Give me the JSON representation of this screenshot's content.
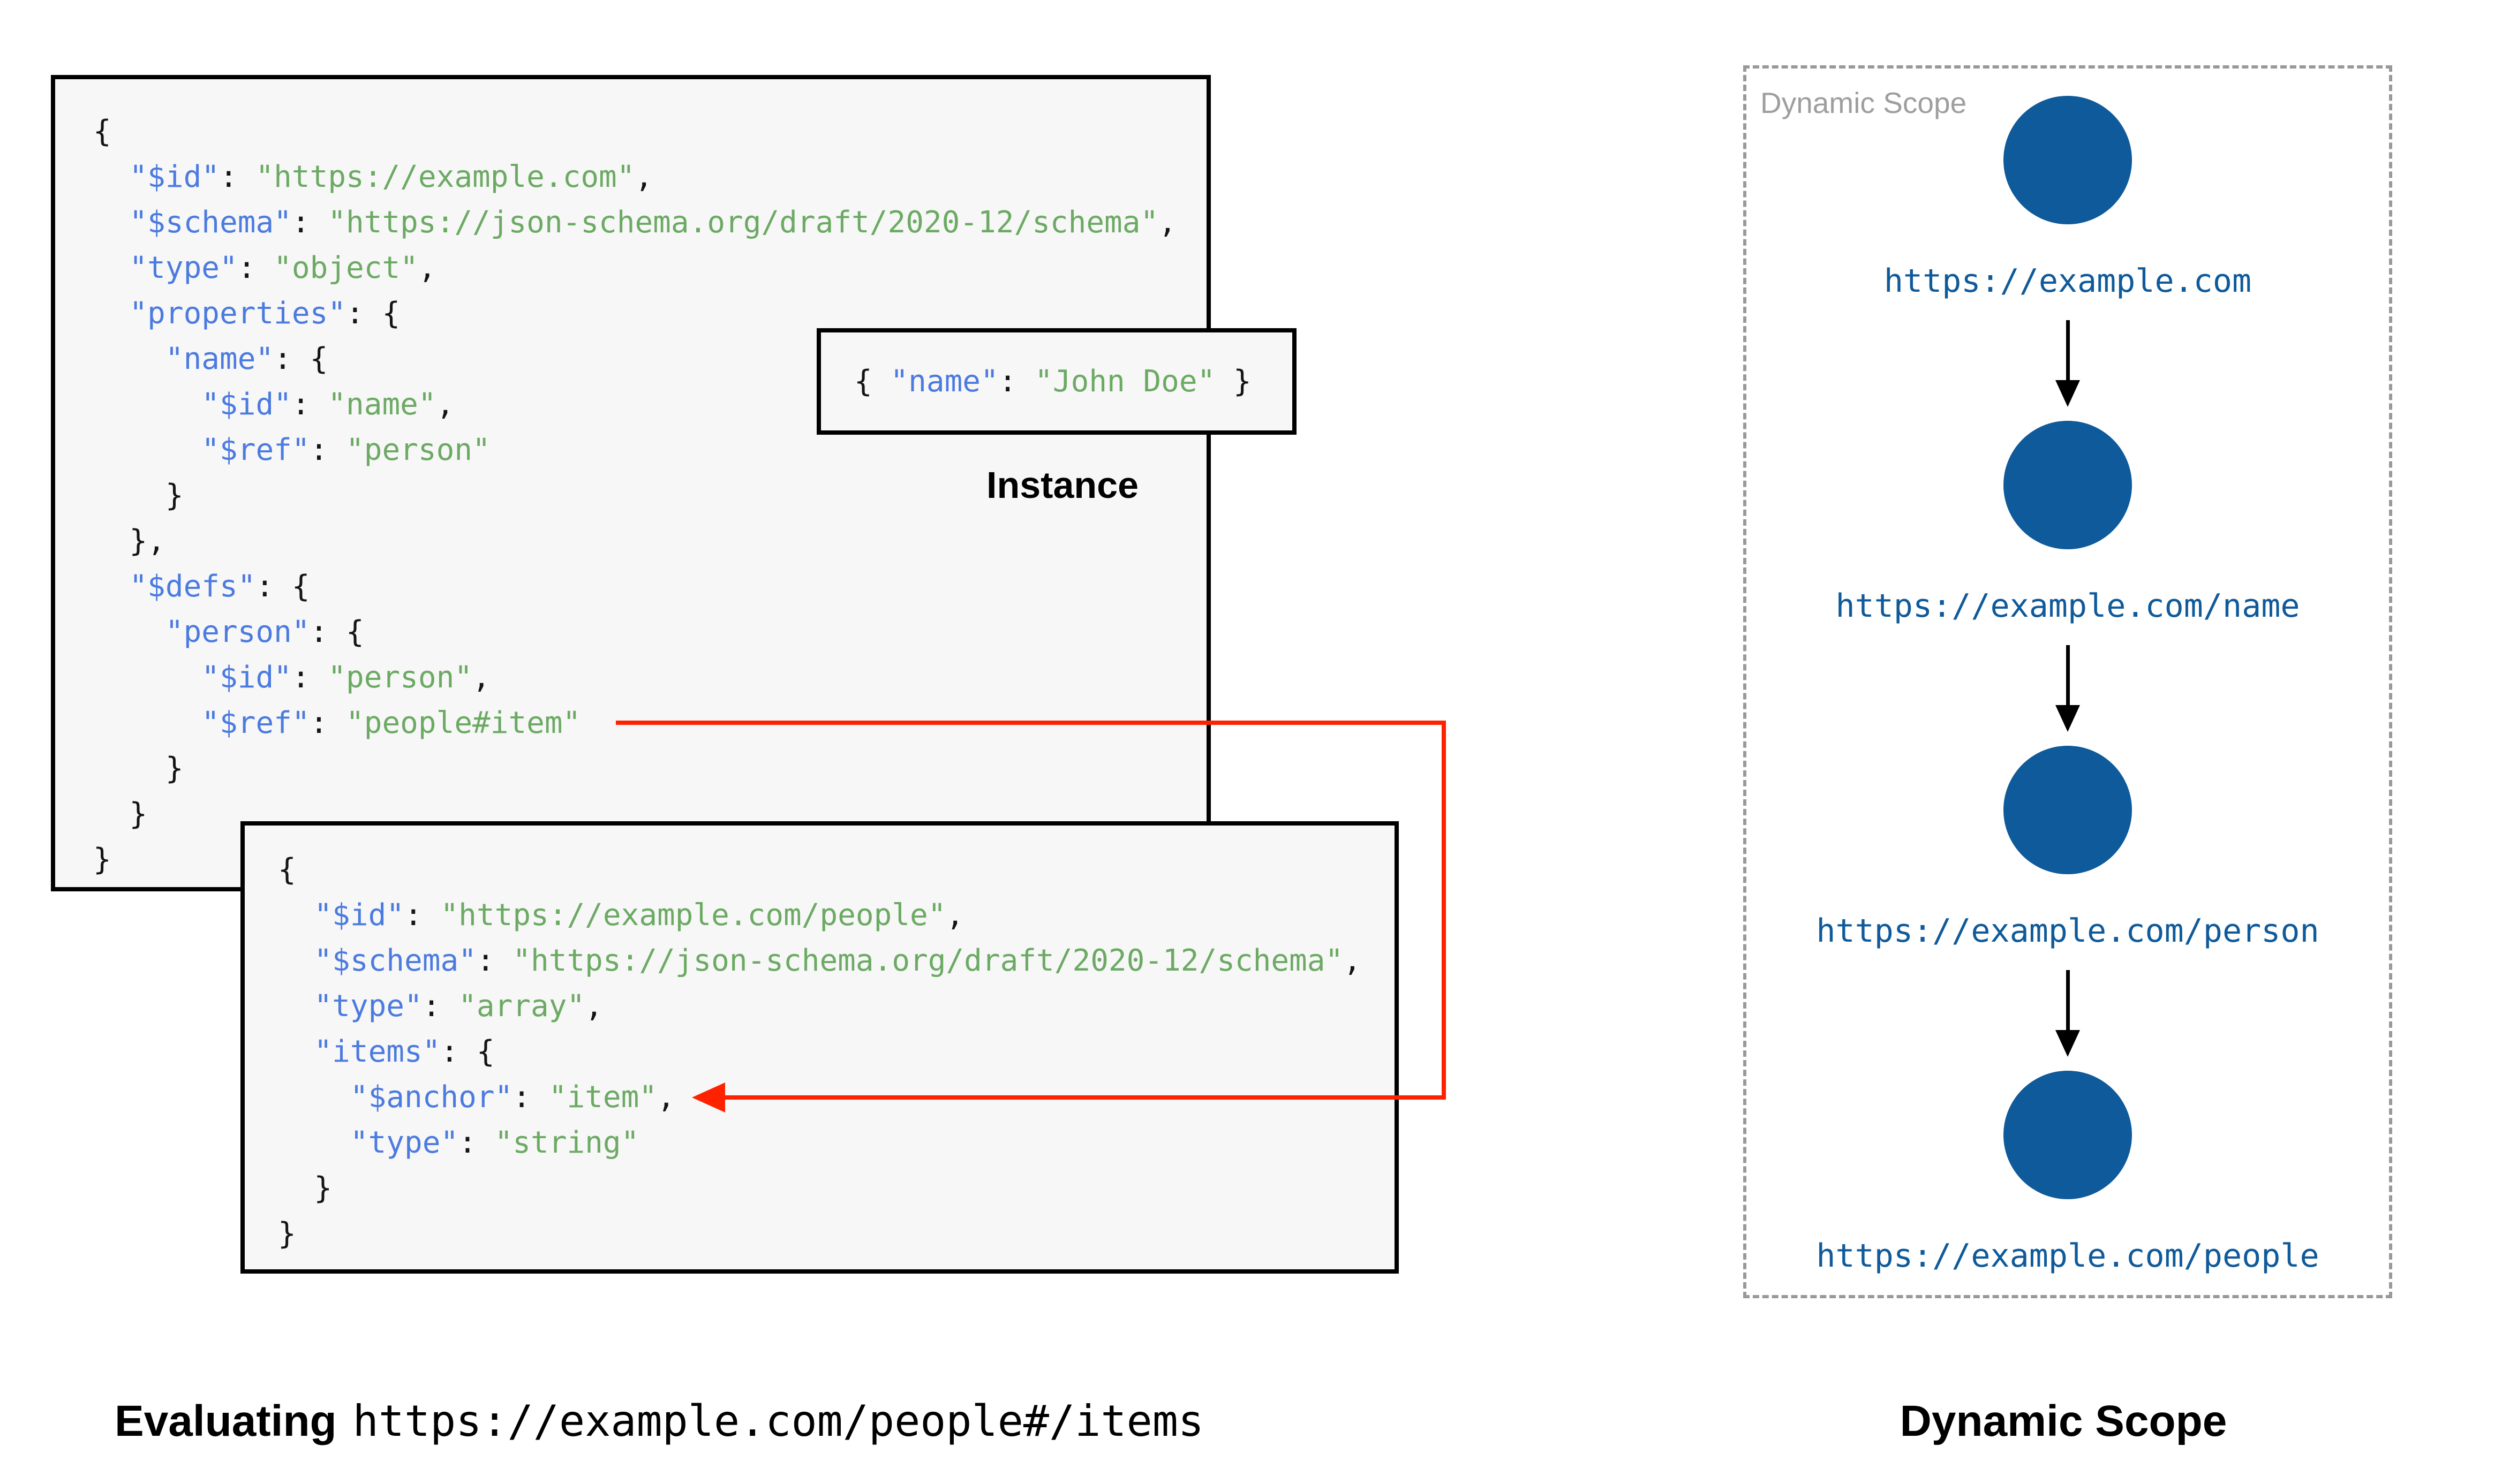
{
  "colors": {
    "key_blue": "#4c7be0",
    "string_green": "#6caa64",
    "code_black": "#141414",
    "box_background": "#f7f7f7",
    "box_border": "#000000",
    "scope_blue": "#0f5a9a",
    "red_arrow": "#ff2200",
    "dashed_border": "#999999",
    "panel_label_gray": "#9e9e9e"
  },
  "schema_box": {
    "lines": [
      [
        [
          "p",
          "{"
        ]
      ],
      [
        [
          "p",
          "  "
        ],
        [
          "k",
          "\"$id\""
        ],
        [
          "p",
          ": "
        ],
        [
          "s",
          "\"https://example.com\""
        ],
        [
          "p",
          ","
        ]
      ],
      [
        [
          "p",
          "  "
        ],
        [
          "k",
          "\"$schema\""
        ],
        [
          "p",
          ": "
        ],
        [
          "s",
          "\"https://json-schema.org/draft/2020-12/schema\""
        ],
        [
          "p",
          ","
        ]
      ],
      [
        [
          "p",
          "  "
        ],
        [
          "k",
          "\"type\""
        ],
        [
          "p",
          ": "
        ],
        [
          "s",
          "\"object\""
        ],
        [
          "p",
          ","
        ]
      ],
      [
        [
          "p",
          "  "
        ],
        [
          "k",
          "\"properties\""
        ],
        [
          "p",
          ": {"
        ]
      ],
      [
        [
          "p",
          "    "
        ],
        [
          "k",
          "\"name\""
        ],
        [
          "p",
          ": {"
        ]
      ],
      [
        [
          "p",
          "      "
        ],
        [
          "k",
          "\"$id\""
        ],
        [
          "p",
          ": "
        ],
        [
          "s",
          "\"name\""
        ],
        [
          "p",
          ","
        ]
      ],
      [
        [
          "p",
          "      "
        ],
        [
          "k",
          "\"$ref\""
        ],
        [
          "p",
          ": "
        ],
        [
          "s",
          "\"person\""
        ]
      ],
      [
        [
          "p",
          "    }"
        ]
      ],
      [
        [
          "p",
          "  },"
        ]
      ],
      [
        [
          "p",
          "  "
        ],
        [
          "k",
          "\"$defs\""
        ],
        [
          "p",
          ": {"
        ]
      ],
      [
        [
          "p",
          "    "
        ],
        [
          "k",
          "\"person\""
        ],
        [
          "p",
          ": {"
        ]
      ],
      [
        [
          "p",
          "      "
        ],
        [
          "k",
          "\"$id\""
        ],
        [
          "p",
          ": "
        ],
        [
          "s",
          "\"person\""
        ],
        [
          "p",
          ","
        ]
      ],
      [
        [
          "p",
          "      "
        ],
        [
          "k",
          "\"$ref\""
        ],
        [
          "p",
          ": "
        ],
        [
          "s",
          "\"people#item\""
        ]
      ],
      [
        [
          "p",
          "    }"
        ]
      ],
      [
        [
          "p",
          "  }"
        ]
      ],
      [
        [
          "p",
          "}"
        ]
      ]
    ]
  },
  "people_box": {
    "lines": [
      [
        [
          "p",
          "{"
        ]
      ],
      [
        [
          "p",
          "  "
        ],
        [
          "k",
          "\"$id\""
        ],
        [
          "p",
          ": "
        ],
        [
          "s",
          "\"https://example.com/people\""
        ],
        [
          "p",
          ","
        ]
      ],
      [
        [
          "p",
          "  "
        ],
        [
          "k",
          "\"$schema\""
        ],
        [
          "p",
          ": "
        ],
        [
          "s",
          "\"https://json-schema.org/draft/2020-12/schema\""
        ],
        [
          "p",
          ","
        ]
      ],
      [
        [
          "p",
          "  "
        ],
        [
          "k",
          "\"type\""
        ],
        [
          "p",
          ": "
        ],
        [
          "s",
          "\"array\""
        ],
        [
          "p",
          ","
        ]
      ],
      [
        [
          "p",
          "  "
        ],
        [
          "k",
          "\"items\""
        ],
        [
          "p",
          ": {"
        ]
      ],
      [
        [
          "p",
          "    "
        ],
        [
          "k",
          "\"$anchor\""
        ],
        [
          "p",
          ": "
        ],
        [
          "s",
          "\"item\""
        ],
        [
          "p",
          ","
        ]
      ],
      [
        [
          "p",
          "    "
        ],
        [
          "k",
          "\"type\""
        ],
        [
          "p",
          ": "
        ],
        [
          "s",
          "\"string\""
        ]
      ],
      [
        [
          "p",
          "  }"
        ]
      ],
      [
        [
          "p",
          "}"
        ]
      ]
    ]
  },
  "instance_box": {
    "label": "Instance",
    "lines": [
      [
        [
          "p",
          "{ "
        ],
        [
          "k",
          "\"name\""
        ],
        [
          "p",
          ": "
        ],
        [
          "s",
          "\"John Doe\""
        ],
        [
          "p",
          " }"
        ]
      ]
    ]
  },
  "scope": {
    "panel_label": "Dynamic Scope",
    "nodes": [
      {
        "label": "https://example.com"
      },
      {
        "label": "https://example.com/name"
      },
      {
        "label": "https://example.com/person"
      },
      {
        "label": "https://example.com/people"
      }
    ]
  },
  "footer": {
    "evaluating_label": "Evaluating",
    "evaluating_uri": "https://example.com/people#/items",
    "scope_title": "Dynamic Scope"
  }
}
